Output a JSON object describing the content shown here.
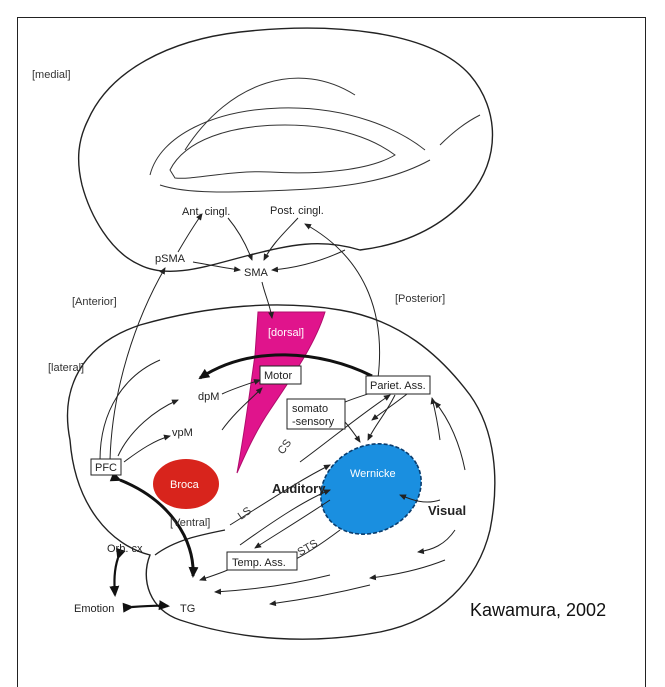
{
  "diagram": {
    "regions": {
      "medial": "[medial]",
      "anterior": "[Anterior]",
      "posterior": "[Posterior]",
      "lateral": "[lateral]",
      "dorsal": "[dorsal]",
      "ventral": "[Ventral]"
    },
    "nodes": {
      "ant_cingl": "Ant. cingl.",
      "post_cingl": "Post. cingl.",
      "psma": "pSMA",
      "sma": "SMA",
      "motor": "Motor",
      "dpm": "dpM",
      "vpm": "vpM",
      "pfc": "PFC",
      "broca": "Broca",
      "pariet_ass": "Pariet. Ass.",
      "somato_1": "somato",
      "somato_2": "-sensory",
      "wernicke": "Wernicke",
      "auditory": "Auditory",
      "visual": "Visual",
      "orb_cx": "Orb. cx",
      "emotion": "Emotion",
      "tg": "TG",
      "temp_ass": "Temp. Ass."
    },
    "sulci": {
      "cs": "CS",
      "ls": "LS",
      "sts": "STS"
    },
    "colors": {
      "broca": "#d8241c",
      "wernicke": "#1a8fe0",
      "dorsal": "#e0148c"
    },
    "credit": "Kawamura, 2002"
  }
}
